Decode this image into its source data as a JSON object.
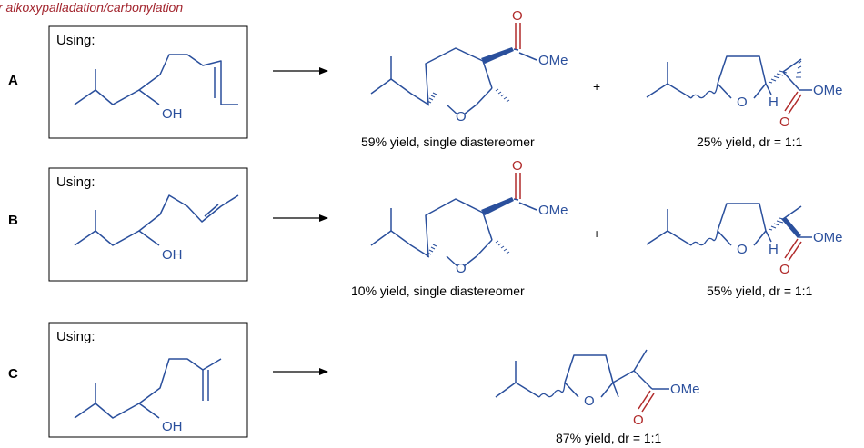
{
  "header": {
    "text": "r alkoxypalladation/carbonylation"
  },
  "colors": {
    "blue": "#2a4f9c",
    "red": "#b02a2a",
    "black": "#000000",
    "header": "#a3262f"
  },
  "rows": [
    {
      "letter": "A",
      "using_label": "Using:",
      "reactant_oh": "OH",
      "product1": {
        "ome": "OMe",
        "o_ring": "O",
        "o_carbonyl": "O",
        "caption": "59% yield, single diastereomer"
      },
      "plus": "+",
      "product2": {
        "o_ring": "O",
        "h": "H",
        "ome": "OMe",
        "o_carbonyl": "O",
        "caption": "25% yield, dr = 1:1"
      }
    },
    {
      "letter": "B",
      "using_label": "Using:",
      "reactant_oh": "OH",
      "product1": {
        "ome": "OMe",
        "o_ring": "O",
        "o_carbonyl": "O",
        "caption": "10% yield, single diastereomer"
      },
      "plus": "+",
      "product2": {
        "o_ring": "O",
        "h": "H",
        "ome": "OMe",
        "o_carbonyl": "O",
        "caption": "55% yield, dr = 1:1"
      }
    },
    {
      "letter": "C",
      "using_label": "Using:",
      "reactant_oh": "OH",
      "product1": {
        "o_ring": "O",
        "ome": "OMe",
        "o_carbonyl": "O",
        "caption": "87% yield, dr = 1:1"
      }
    }
  ]
}
